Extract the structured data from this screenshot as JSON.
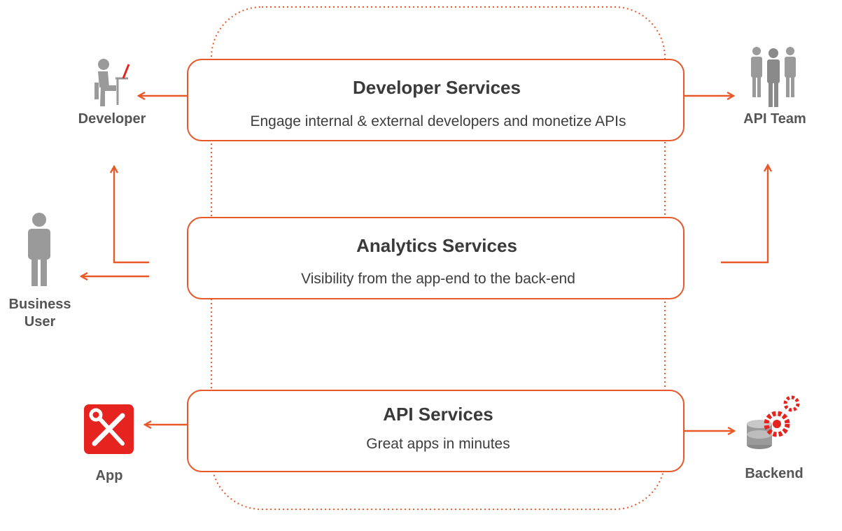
{
  "colors": {
    "accent": "#e8592a",
    "icon_gray": "#9a9a9a",
    "app_red": "#e52420",
    "title_text": "#3a3a3a"
  },
  "services": {
    "developer": {
      "title": "Developer Services",
      "subtitle": "Engage internal & external developers and monetize APIs"
    },
    "analytics": {
      "title": "Analytics Services",
      "subtitle": "Visibility from the app-end to the back-end"
    },
    "api": {
      "title": "API Services",
      "subtitle": "Great apps in minutes"
    }
  },
  "actors": {
    "developer": {
      "label": "Developer",
      "icon": "developer-at-laptop-icon"
    },
    "api_team": {
      "label": "API Team",
      "icon": "api-team-people-icon"
    },
    "business_user": {
      "label_line1": "Business",
      "label_line2": "User",
      "icon": "person-icon"
    },
    "app": {
      "label": "App",
      "icon": "wrench-screwdriver-icon"
    },
    "backend": {
      "label": "Backend",
      "icon": "database-gears-icon"
    }
  }
}
